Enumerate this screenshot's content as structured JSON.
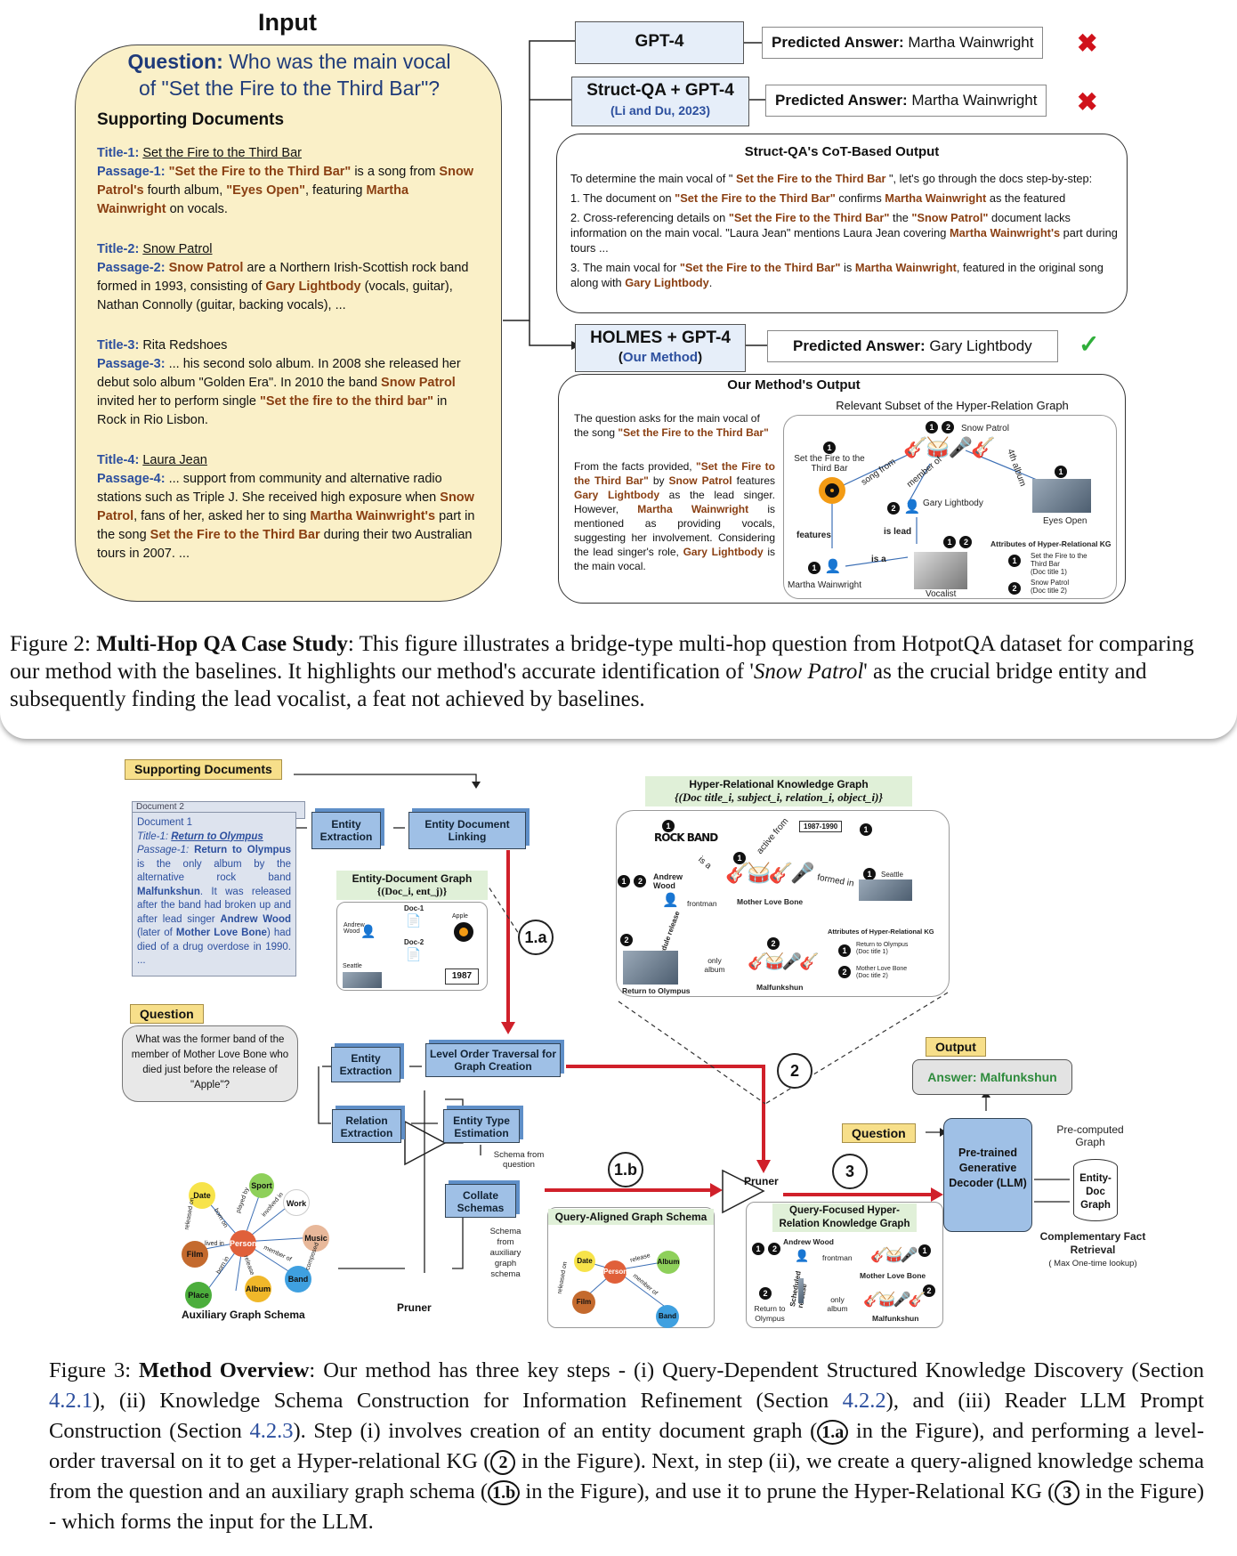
{
  "fig2": {
    "input_title": "Input",
    "question_label": "Question:",
    "question_text_1": "Who was the main vocal",
    "question_text_2": "of \"Set the Fire to the Third Bar\"?",
    "supporting_docs": "Supporting Documents",
    "docs": [
      {
        "title_label": "Title-1:",
        "title": "Set the Fire to the Third Bar",
        "passage_label": "Passage-1:"
      },
      {
        "title_label": "Title-2:",
        "title": "Snow Patrol",
        "passage_label": "Passage-2:"
      },
      {
        "title_label": "Title-3:",
        "title": "Rita Redshoes",
        "passage_label": "Passage-3:"
      },
      {
        "title_label": "Title-4:",
        "title": "Laura Jean",
        "passage_label": "Passage-4:"
      }
    ],
    "p1": [
      "\"Set the Fire to the Third Bar\"",
      " is a song from ",
      "Snow Patrol's",
      " fourth album, ",
      "\"Eyes Open\"",
      ", featuring ",
      "Martha Wainwright",
      " on vocals."
    ],
    "p2": [
      "Snow Patrol",
      " are a Northern Irish-Scottish rock band formed in 1993, consisting of ",
      "Gary Lightbody",
      " (vocals, guitar), Nathan Connolly (guitar, backing vocals), ..."
    ],
    "p3": [
      " ... his second solo album. In 2008 she released her debut solo album \"Golden Era\". In 2010 the band ",
      "Snow Patrol",
      " invited her to perform single ",
      "\"Set the fire to the third bar\"",
      " in Rock in Rio Lisbon."
    ],
    "p4": [
      " ... support from community and alternative radio stations such as Triple J. She received high exposure when ",
      "Snow Patrol",
      ", fans of her, asked her to sing ",
      "Martha Wainwright's",
      " part in the song ",
      "Set the Fire to the Third Bar",
      " during their two Australian tours in 2007. ..."
    ],
    "gpt4": "GPT-4",
    "pred_label": "Predicted Answer:",
    "pred_gpt4": "Martha Wainwright",
    "structqa": "Struct-QA + GPT-4",
    "structqa_cite": "(Li and Du, 2023)",
    "pred_structqa": "Martha Wainwright",
    "cot_title": "Struct-QA's CoT-Based Output",
    "cot_lines": [
      [
        "To determine the main vocal of \" ",
        "Set the Fire to the Third Bar",
        " \", let's go through the docs step-by-step:"
      ],
      [
        "1. The document on ",
        "\"Set the Fire to the Third Bar\"",
        " confirms ",
        "Martha Wainwright",
        " as the featured"
      ],
      [
        "2. Cross-referencing details on ",
        "\"Set the Fire to the Third Bar\"",
        " the ",
        "\"Snow Patrol\"",
        " document lacks information on the main vocal. \"Laura Jean\" mentions Laura Jean covering ",
        "Martha Wainwright's",
        " part during tours ..."
      ],
      [
        "3. The main vocal for ",
        "\"Set the Fire to the Third Bar\"",
        " is ",
        "Martha Wainwright",
        ", featured in the original song along with ",
        "Gary Lightbody",
        "."
      ]
    ],
    "holmes": "HOLMES + GPT-4",
    "holmes_cite_open": "(",
    "holmes_cite": "Our Method",
    "holmes_cite_close": ")",
    "pred_holmes": "Gary Lightbody",
    "ours_title": "Our Method's Output",
    "ours_text_1": [
      "The question asks for the main vocal of the song ",
      "\"Set the Fire to the Third Bar\""
    ],
    "ours_text_2": [
      "From the facts provided, ",
      "\"Set the Fire to the Third Bar\"",
      " by ",
      "Snow Patrol",
      " features ",
      "Gary Lightbody",
      " as the lead singer. However, ",
      "Martha Wainwright",
      " is mentioned as providing vocals, suggesting her involvement. Considering the lead singer's role, ",
      "Gary Lightbody",
      " is the main vocal."
    ],
    "graph_title": "Relevant Subset of the Hyper-Relation Graph",
    "graph": {
      "song": "Set the Fire to the Third Bar",
      "snow": "Snow Patrol",
      "gary": "Gary Lightbody",
      "eyes": "Eyes Open",
      "martha": "Martha Wainwright",
      "vocalist": "Vocalist",
      "song_from": "song from",
      "member_of": "member of",
      "album4": "4th album",
      "features": "features",
      "is_lead": "is lead",
      "is_a": "is a",
      "attr_title": "Attributes of Hyper-Relational KG",
      "attr1": "Set the Fire to the Third Bar",
      "attr1_doc": "(Doc title 1)",
      "attr2": "Snow Patrol",
      "attr2_doc": "(Doc title 2)"
    },
    "caption": [
      "Figure 2: ",
      "Multi-Hop QA Case Study",
      ": This figure illustrates a bridge-type multi-hop question from HotpotQA dataset for comparing our method with the baselines. It highlights our method's accurate identification of '",
      "Snow Patrol",
      "' as the crucial bridge entity and subsequently finding the lead vocalist, a feat not achieved by baselines."
    ]
  },
  "fig3": {
    "supporting_docs": "Supporting Documents",
    "doc2_tab": "Document 2",
    "doc1": "Document 1",
    "doc1_title_label": "Title-1:",
    "doc1_title": "Return to Olympus",
    "doc1_passage_label": "Passage-1:",
    "doc1_passage_bold": "Return to Olympus",
    "doc1_text": [
      "is the only album by the alternative rock band ",
      "Malfunkshun",
      ". It was released after the band had broken up and after lead singer ",
      "Andrew Wood",
      " (later of ",
      "Mother Love Bone",
      ") had died of a drug overdose in 1990. ..."
    ],
    "entity_extraction": "Entity Extraction",
    "entity_doc_linking": "Entity Document Linking",
    "ed_graph_title": "Entity-Document Graph",
    "ed_graph_sub": "{(Doc_i, ent_j)}",
    "ed_nodes": {
      "andrew": "Andrew Wood",
      "doc1": "Doc-1",
      "doc2": "Doc-2",
      "apple": "Apple",
      "seattle": "Seattle",
      "year": "1987"
    },
    "step_1a": "1.a",
    "hrkg_title": "Hyper-Relational  Knowledge Graph",
    "hrkg_sub": "{(Doc title_i, subject_i, relation_i, object_i)}",
    "hrkg": {
      "rock_band": "ROCK BAND",
      "is_a": "is a",
      "active_from": "active from",
      "years": "1987-1990",
      "formed_in": "formed in",
      "seattle": "Seattle",
      "andrew": "Andrew Wood",
      "frontman": "frontman",
      "mlb": "Mother Love Bone",
      "scheduled_release": "Schedule release",
      "only_album": "only album",
      "rto": "Return to Olympus",
      "malf": "Malfunkshun",
      "attr_title": "Attributes of Hyper-Relational KG",
      "attr1": "Return to Olympus",
      "attr1_doc": "(Doc title 1)",
      "attr2": "Mother Love Bone",
      "attr2_doc": "(Doc title 2)"
    },
    "question_tag": "Question",
    "question_text": "What was the former band of the member of Mother Love Bone who died just before the release of \"Apple\"?",
    "entity_extraction_2": "Entity Extraction",
    "level_order": "Level Order Traversal for Graph Creation",
    "step_2": "2",
    "relation_extraction": "Relation Extraction",
    "entity_type_est": "Entity Type Estimation",
    "schema_from_question": "Schema from question",
    "collate_schemas": "Collate Schemas",
    "schema_from_aux": "Schema from auxiliary graph schema",
    "step_1b": "1.b",
    "aux_nodes": [
      "Date",
      "Sport",
      "Work",
      "Music",
      "Person",
      "Film",
      "Band",
      "Album",
      "Place"
    ],
    "aux_edges": [
      "released on",
      "played by",
      "involved in",
      "born on",
      "composed",
      "member of",
      "release",
      "born in",
      "lived in"
    ],
    "aux_title": "Auxiliary Graph Schema",
    "pruner": "Pruner",
    "qa_schema_title": "Query-Aligned Graph Schema",
    "qa_nodes": [
      "Date",
      "Person",
      "Album",
      "Film",
      "Band"
    ],
    "qa_edges": [
      "release",
      "member of",
      "released on"
    ],
    "pruner_2": "Pruner",
    "step_3": "3",
    "qf_title": "Query-Focused Hyper-Relation Knowledge Graph",
    "qf": {
      "andrew": "Andrew Wood",
      "frontman": "frontman",
      "mlb": "Mother Love Bone",
      "scheduled": "Scheduled release",
      "rto": "Return to Olympus",
      "only_album": "only album",
      "malf": "Malfunkshun"
    },
    "output_tag": "Output",
    "answer": "Answer: Malfunkshun",
    "question_tag_2": "Question",
    "decoder": "Pre-trained Generative Decoder (LLM)",
    "precomputed": "Pre-computed Graph",
    "ed_graph_db": "Entity-Doc Graph",
    "complementary": "Complementary Fact Retrieval",
    "max_lookup": "( Max One-time lookup)",
    "caption": [
      "Figure 3: ",
      "Method Overview",
      ": Our method has three key steps - (i) Query-Dependent Structured Knowledge Discovery (Section ",
      "4.2.1",
      "), (ii) Knowledge Schema Construction for Information Refinement (Section ",
      "4.2.2",
      "), and (iii) Reader LLM Prompt Construction (Section ",
      "4.2.3",
      "). Step (i) involves creation of an entity document graph (",
      "1.a",
      " in the Figure), and performing a level-order traversal on it to get a Hyper-relational KG (",
      "2",
      " in the Figure). Next, in step (ii), we create a query-aligned knowledge schema from the question and an auxiliary graph schema (",
      "1.b",
      " in the Figure), and use it to prune the Hyper-Relational KG (",
      "3",
      " in the Figure) - which forms the input for the LLM."
    ]
  }
}
